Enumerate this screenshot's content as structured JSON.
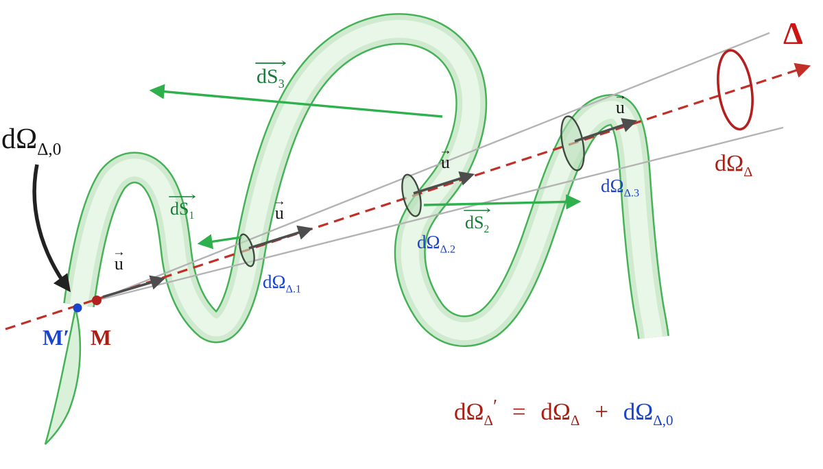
{
  "figure": {
    "description": "Solid angle diagram: a cone of axis Delta from point M crossing a winding green surface three times"
  },
  "labels": {
    "axis": "Δ",
    "omega0": {
      "d": "dΩ",
      "sub": "Δ,0"
    },
    "omegaDelta": {
      "d": "dΩ",
      "sub": "Δ"
    },
    "omega1": {
      "d": "dΩ",
      "sub": "Δ.1"
    },
    "omega2": {
      "d": "dΩ",
      "sub": "Δ.2"
    },
    "omega3": {
      "d": "dΩ",
      "sub": "Δ.3"
    },
    "m": "M",
    "mprime": "M′",
    "u_vec": {
      "arrow": "→",
      "base": "u"
    },
    "ds1": {
      "arrow": "⟶",
      "base": "dS",
      "sub": "1"
    },
    "ds2": {
      "arrow": "⟶",
      "base": "dS",
      "sub": "2"
    },
    "ds3": {
      "arrow": "⟶",
      "base": "dS",
      "sub": "3"
    },
    "equation": {
      "lhs_d": "dΩ",
      "lhs_sub": "Δ",
      "prime": "′",
      "eq": "=",
      "t1_d": "dΩ",
      "t1_sub": "Δ",
      "plus": "+",
      "t2_d": "dΩ",
      "t2_sub": "Δ,0"
    }
  },
  "colors": {
    "ribbon_edge_green": "#46b258",
    "ribbon_fill_light": "#cfeacf",
    "ribbon_fill_inner": "#e9f7e9",
    "arrow_green": "#2eb14c",
    "ds_text_green": "#177d36",
    "axis_red": "#c03028",
    "dark_red": "#a82014",
    "bright_red": "#cc1414",
    "blue": "#1a44cc",
    "cone_gray": "#b3b3b3",
    "u_arrow_gray": "#4d4d4d",
    "black": "#151515"
  }
}
